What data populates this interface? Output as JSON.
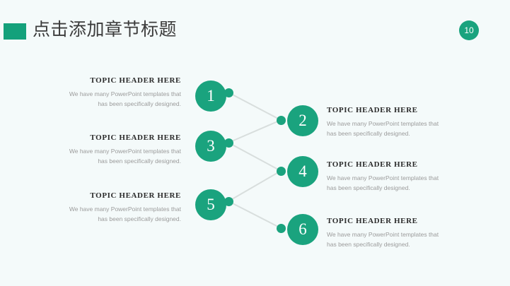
{
  "slide": {
    "background_color": "#f4fafa",
    "accent_color": "#1aa37e",
    "title": "点击添加章节标题",
    "page_number": "10"
  },
  "nodes": [
    {
      "number": "1",
      "side": "left"
    },
    {
      "number": "2",
      "side": "right"
    },
    {
      "number": "3",
      "side": "left"
    },
    {
      "number": "4",
      "side": "right"
    },
    {
      "number": "5",
      "side": "left"
    },
    {
      "number": "6",
      "side": "right"
    }
  ],
  "topics": [
    {
      "title": "TOPIC HEADER HERE",
      "body": "We have many PowerPoint templates that has been specifically designed.",
      "align": "right"
    },
    {
      "title": "TOPIC HEADER HERE",
      "body": "We have many PowerPoint templates that has been specifically designed.",
      "align": "left"
    },
    {
      "title": "TOPIC HEADER HERE",
      "body": "We have many PowerPoint templates that has been specifically designed.",
      "align": "right"
    },
    {
      "title": "TOPIC HEADER HERE",
      "body": "We have many PowerPoint templates that has been specifically designed.",
      "align": "left"
    },
    {
      "title": "TOPIC HEADER HERE",
      "body": "We have many PowerPoint templates that has been specifically designed.",
      "align": "right"
    },
    {
      "title": "TOPIC HEADER HERE",
      "body": "We have many PowerPoint templates that has been specifically designed.",
      "align": "left"
    }
  ]
}
